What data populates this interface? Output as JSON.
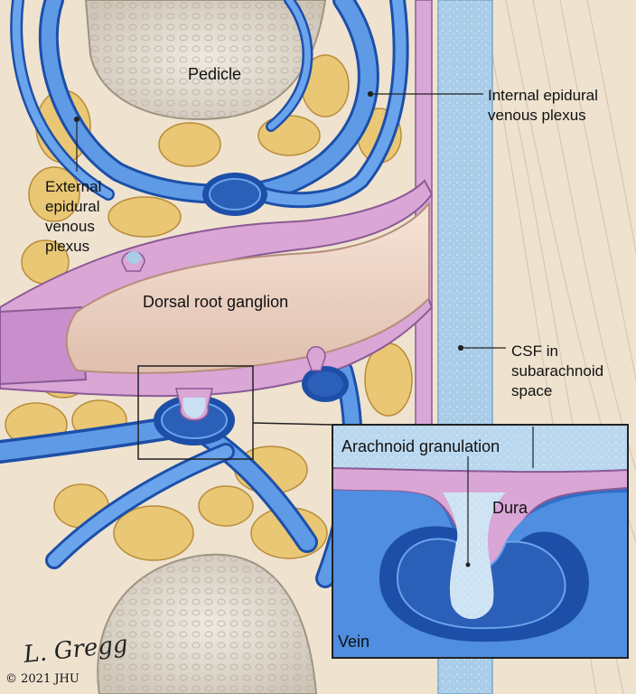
{
  "labels": {
    "pedicle": "Pedicle",
    "internal_plexus_1": "Internal epidural",
    "internal_plexus_2": "venous plexus",
    "external_1": "External",
    "external_2": "epidural",
    "external_3": "venous",
    "external_4": "plexus",
    "drg": "Dorsal root ganglion",
    "csf_1": "CSF in",
    "csf_2": "subarachnoid",
    "csf_3": "space",
    "arachnoid": "Arachnoid granulation",
    "dura": "Dura",
    "vein": "Vein"
  },
  "credit": {
    "signature": "L. Gregg",
    "copyright": "© 2021 JHU"
  },
  "colors": {
    "bone": "#e6e0d6",
    "fat": "#e8c679",
    "vein": "#4a86d8",
    "vein_dark": "#1d4fa8",
    "dura": "#d8a8d8",
    "csf": "#a9cde8",
    "ganglion": "#f1d9cc"
  }
}
